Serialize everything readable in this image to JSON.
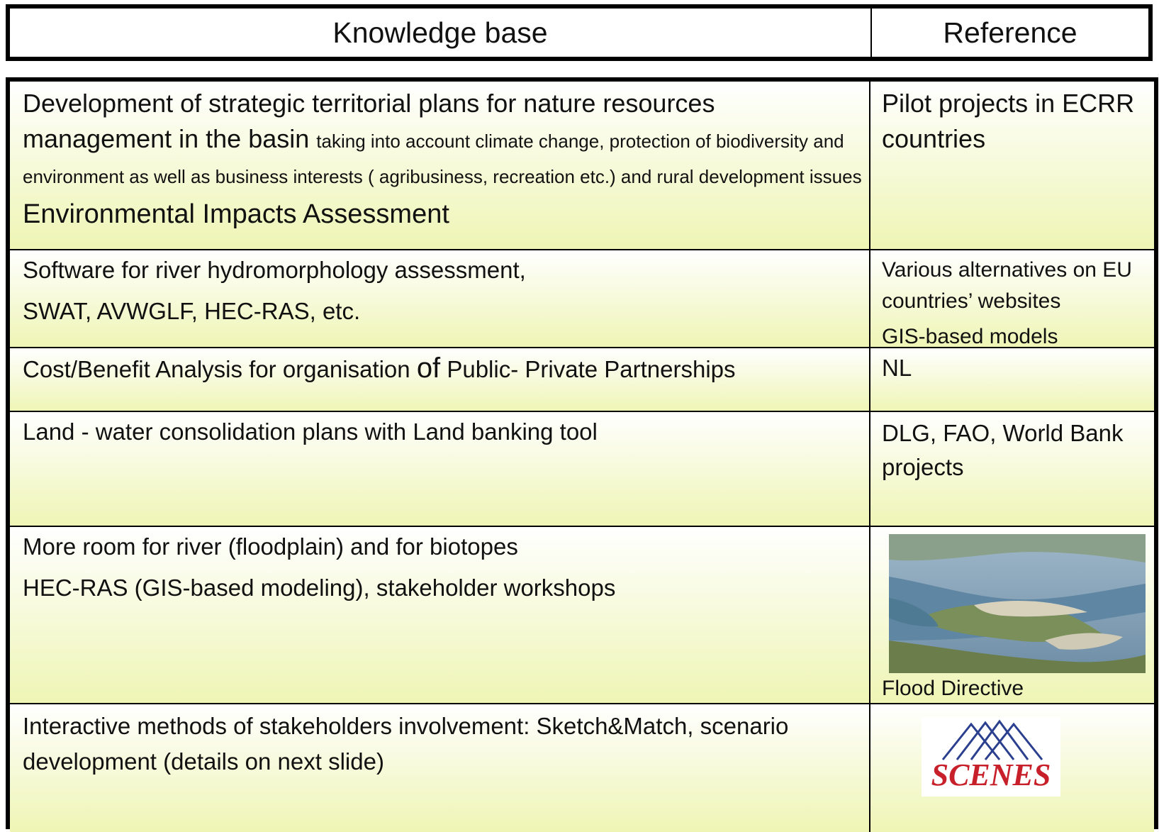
{
  "header": {
    "knowledge_base": "Knowledge base",
    "reference": "Reference"
  },
  "rows": [
    {
      "kb_lead": "Development of strategic territorial plans for nature resources management in the basin",
      "kb_detail": "taking into account climate change,  protection of biodiversity and  environment  as well as  business interests ( agribusiness, recreation etc.) and rural development issues",
      "kb_extra": "Environmental Impacts Assessment",
      "ref": "Pilot projects in ECRR countries"
    },
    {
      "kb_line1": "Software for river hydromorphology assessment,",
      "kb_line2": "SWAT, AVWGLF, HEC-RAS, etc.",
      "ref_line1": "Various alternatives on EU countries’ websites",
      "ref_line2": "GIS-based models"
    },
    {
      "kb_part1": "Cost/Benefit Analysis for organisation",
      "kb_part2": "of",
      "kb_part3": "Public- Private Partnerships",
      "ref": "NL"
    },
    {
      "kb": "Land - water consolidation plans  with Land banking tool",
      "ref": "DLG, FAO, World Bank projects"
    },
    {
      "kb_line1": "More room for river (floodplain) and for biotopes",
      "kb_line2": "HEC-RAS (GIS-based modeling), stakeholder workshops",
      "ref_caption": "Flood Directive"
    },
    {
      "kb": "Interactive methods of stakeholders involvement: Sketch&Match, scenario development (details on next slide)",
      "logo_text": "SCENES"
    }
  ]
}
